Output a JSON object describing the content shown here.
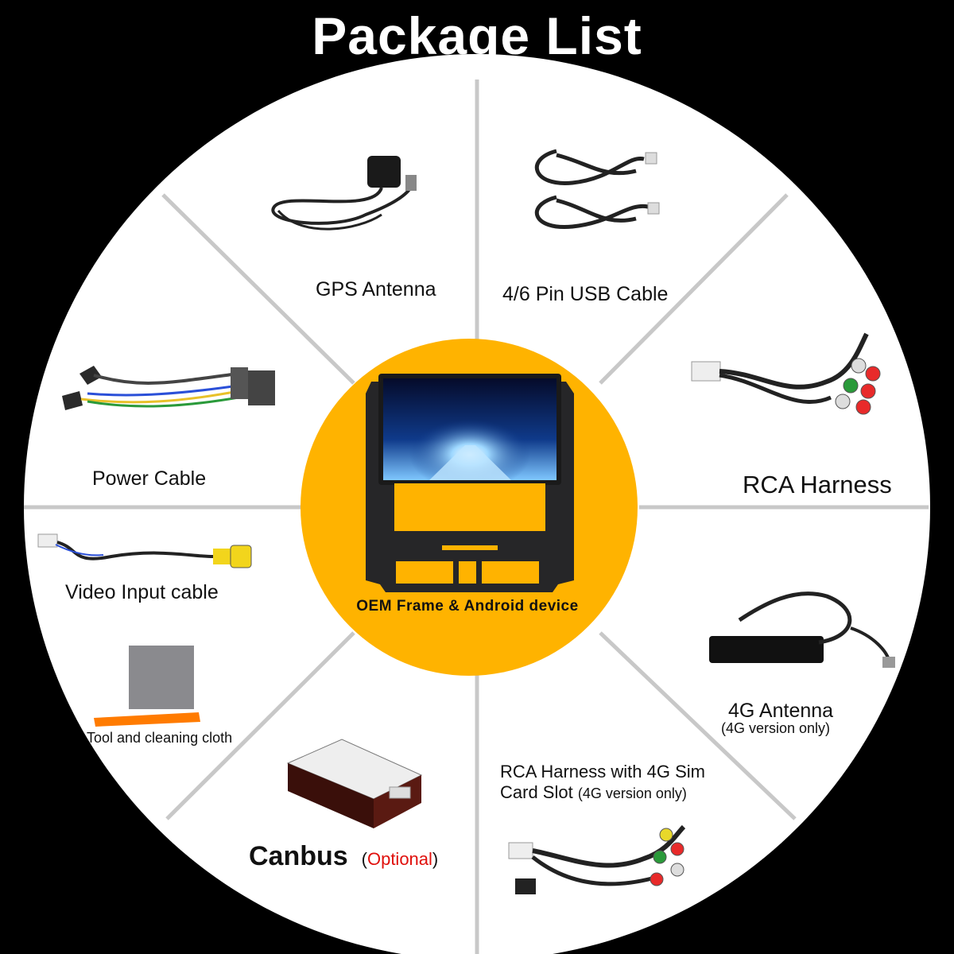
{
  "title": "Package List",
  "colors": {
    "background": "#000000",
    "disc": "#ffffff",
    "center_circle": "#ffb300",
    "divider": "#c8c8c8",
    "optional_text": "#e0100c"
  },
  "center": {
    "label": "OEM Frame & Android device",
    "image": "android-head-unit-in-oem-frame"
  },
  "items": {
    "gps_antenna": {
      "label": "GPS Antenna",
      "image": "gps-antenna-icon"
    },
    "usb_cable": {
      "label": "4/6 Pin USB Cable",
      "image": "usb-cable-icon"
    },
    "rca_harness": {
      "label": "RCA Harness",
      "image": "rca-harness-icon"
    },
    "antenna_4g": {
      "label": "4G Antenna",
      "note": "(4G version only)",
      "image": "4g-antenna-icon"
    },
    "rca_sim": {
      "label_line1": "RCA Harness with 4G Sim",
      "label_line2": "Card Slot",
      "note": "(4G version only)",
      "image": "rca-sim-harness-icon"
    },
    "canbus": {
      "label": "Canbus",
      "paren_open": "(",
      "optional": "Optional",
      "paren_close": ")",
      "image": "canbus-box-icon"
    },
    "tool_cloth": {
      "label": "Tool and cleaning cloth",
      "image": "tool-cloth-icon"
    },
    "video_input": {
      "label": "Video Input cable",
      "image": "video-cable-icon"
    },
    "power_cable": {
      "label": "Power Cable",
      "image": "power-cable-icon"
    }
  }
}
